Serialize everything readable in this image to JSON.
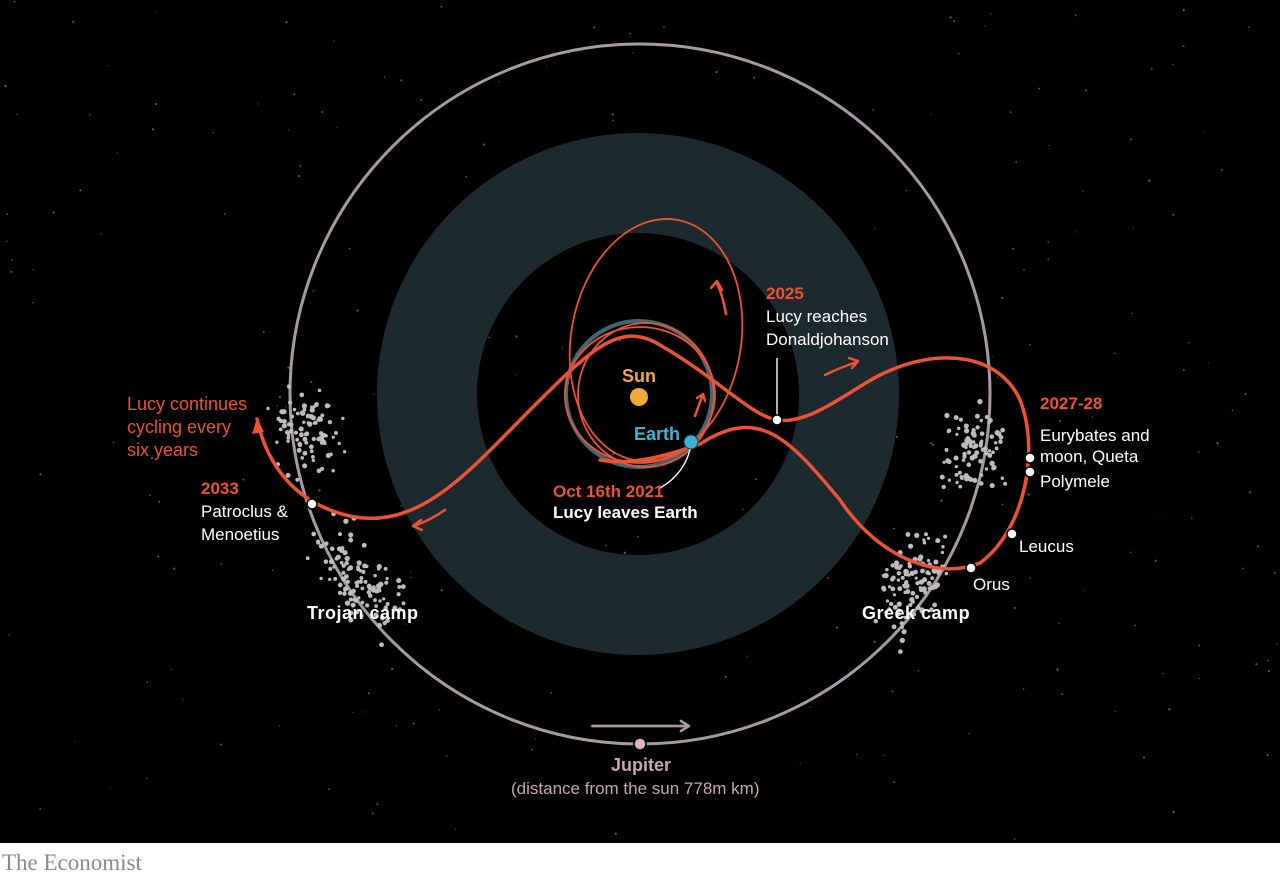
{
  "labels": {
    "sun": "Sun",
    "earth": "Earth",
    "launch_date": "Oct 16th 2021",
    "launch_text": "Lucy leaves Earth",
    "y2025": "2025",
    "y2025_l1": "Lucy reaches",
    "y2025_l2": "Donaldjohanson",
    "y2027": "2027-28",
    "eurybates_l1": "Eurybates and",
    "eurybates_l2": "moon, Queta",
    "polymele": "Polymele",
    "leucus": "Leucus",
    "orus": "Orus",
    "y2033": "2033",
    "patroclus_l1": "Patroclus &",
    "patroclus_l2": "Menoetius",
    "cycling_l1": "Lucy continues",
    "cycling_l2": "cycling every",
    "cycling_l3": "six years",
    "trojan": "Trojan camp",
    "greek": "Greek camp",
    "jupiter": "Jupiter",
    "jupiter_distance": "(distance from the sun 778m km)"
  },
  "icons": {
    "sun": "sun-dot",
    "earth": "earth-dot",
    "jupiter": "jupiter-dot",
    "direction": "arrow-icon"
  },
  "colors": {
    "background": "#000000",
    "path": "#ec5234",
    "jupiter_orbit": "#a79aa6",
    "asteroid_belt": "#1c2a30",
    "sun": "#f2a93b",
    "earth": "#3fb3d6",
    "asteroids": "#bdbdbd",
    "white_text": "#ffffff",
    "brand": "#8a8a8a"
  },
  "footer": {
    "brand": "The Economist"
  }
}
